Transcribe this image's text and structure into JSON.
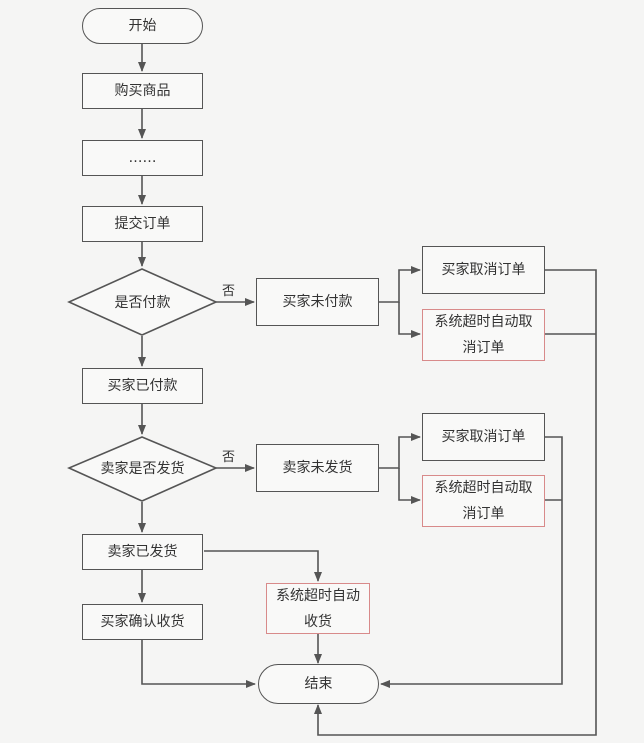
{
  "nodes": {
    "start": "开始",
    "buy_goods": "购买商品",
    "ellipsis": "……",
    "submit_order": "提交订单",
    "is_paid": "是否付款",
    "buyer_unpaid": "买家未付款",
    "buyer_cancel_1": "买家取消订单",
    "sys_timeout_cancel_1": "系统超时自动取消订单",
    "buyer_paid": "买家已付款",
    "seller_shipped_q": "卖家是否发货",
    "seller_unshipped": "卖家未发货",
    "buyer_cancel_2": "买家取消订单",
    "sys_timeout_cancel_2": "系统超时自动取消订单",
    "seller_shipped": "卖家已发货",
    "sys_auto_receive": "系统超时自动收货",
    "buyer_confirm": "买家确认收货",
    "end": "结束"
  },
  "edge_labels": {
    "no_1": "否",
    "no_2": "否"
  }
}
